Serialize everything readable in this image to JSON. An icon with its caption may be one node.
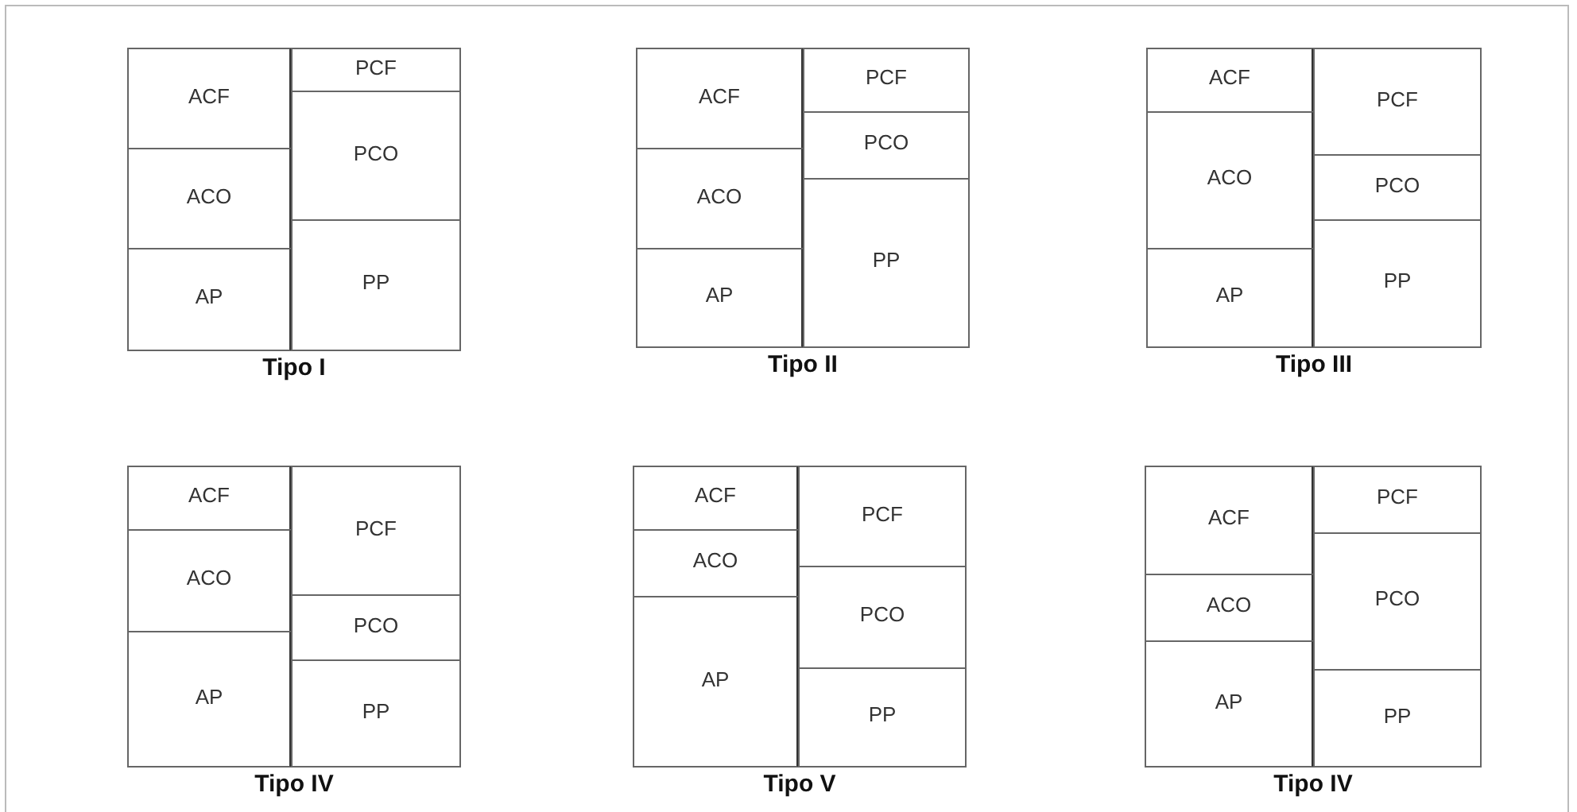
{
  "diagram": {
    "nodes": [
      {
        "text": [
          "Tipo I"
        ]
      },
      {
        "text": [
          "ACF"
        ],
        "in": 0
      },
      {
        "text": [
          "ACO"
        ],
        "in": 0
      },
      {
        "text": [
          "AP"
        ],
        "in": 0
      },
      {
        "text": [
          "PCF"
        ],
        "in": 0
      },
      {
        "text": [
          "PCO"
        ],
        "in": 0
      },
      {
        "text": [
          "PP"
        ],
        "in": 0
      },
      {
        "text": [
          "Tipo II"
        ]
      },
      {
        "text": [
          "ACF"
        ],
        "in": 7
      },
      {
        "text": [
          "ACO"
        ],
        "in": 7
      },
      {
        "text": [
          "AP"
        ],
        "in": 7
      },
      {
        "text": [
          "PCF"
        ],
        "in": 7
      },
      {
        "text": [
          "PCO"
        ],
        "in": 7
      },
      {
        "text": [
          "PP"
        ],
        "in": 7
      },
      {
        "text": [
          "Tipo III"
        ]
      },
      {
        "text": [
          "ACF"
        ],
        "in": 14
      },
      {
        "text": [
          "ACO"
        ],
        "in": 14
      },
      {
        "text": [
          "AP"
        ],
        "in": 14
      },
      {
        "text": [
          "PCF"
        ],
        "in": 14
      },
      {
        "text": [
          "PCO"
        ],
        "in": 14
      },
      {
        "text": [
          "PP"
        ],
        "in": 14
      },
      {
        "text": [
          "Tipo IV"
        ]
      },
      {
        "text": [
          "ACF"
        ],
        "in": 21
      },
      {
        "text": [
          "ACO"
        ],
        "in": 21
      },
      {
        "text": [
          "AP"
        ],
        "in": 21
      },
      {
        "text": [
          "PCF"
        ],
        "in": 21
      },
      {
        "text": [
          "PCO"
        ],
        "in": 21
      },
      {
        "text": [
          "PP"
        ],
        "in": 21
      },
      {
        "text": [
          "Tipo V"
        ]
      },
      {
        "text": [
          "ACF"
        ],
        "in": 28
      },
      {
        "text": [
          "ACO"
        ],
        "in": 28
      },
      {
        "text": [
          "AP"
        ],
        "in": 28
      },
      {
        "text": [
          "PCF"
        ],
        "in": 28
      },
      {
        "text": [
          "PCO"
        ],
        "in": 28
      },
      {
        "text": [
          "PP"
        ],
        "in": 28
      },
      {
        "text": [
          "Tipo IV"
        ]
      },
      {
        "text": [
          "ACF"
        ],
        "in": 35
      },
      {
        "text": [
          "ACO"
        ],
        "in": 35
      },
      {
        "text": [
          "AP"
        ],
        "in": 35
      },
      {
        "text": [
          "PCF"
        ],
        "in": 35
      },
      {
        "text": [
          "PCO"
        ],
        "in": 35
      },
      {
        "text": [
          "PP"
        ],
        "in": 35
      }
    ]
  }
}
